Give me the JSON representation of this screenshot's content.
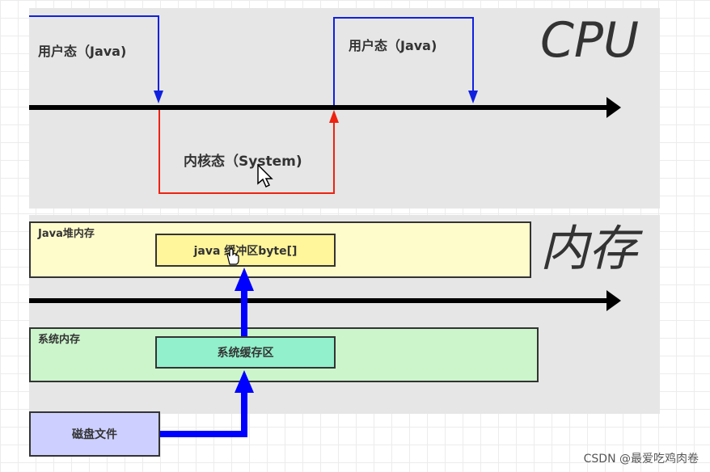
{
  "cpu_section": {
    "title": "CPU",
    "user_mode_left": "用户态（Java)",
    "user_mode_right": "用户态（Java)",
    "kernel_mode": "内核态（System)"
  },
  "memory_section": {
    "title": "内存",
    "java_heap_label": "Java堆内存",
    "java_buffer_label": "java 缓冲区byte[]",
    "system_memory_label": "系统内存",
    "system_cache_label": "系统缓存区",
    "disk_file_label": "磁盘文件"
  },
  "watermark": "CSDN @最爱吃鸡肉卷",
  "colors": {
    "user_mode_line": "#1020e0",
    "kernel_mode_line": "#ee2211",
    "flow_arrow": "#0000ff",
    "java_heap_fill": "#fffccc",
    "java_buffer_fill": "#fff59a",
    "system_memory_fill": "#ccf5cc",
    "system_cache_fill": "#92f0cc",
    "disk_fill": "#cdd0ff"
  }
}
